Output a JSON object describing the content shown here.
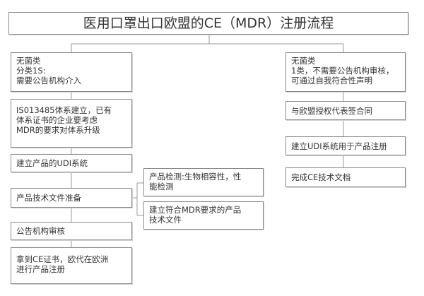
{
  "title": "医用口罩出口欧盟的CE（MDR）注册流程",
  "left_column": [
    "无菌类\n分类1S:\n需要公告机构介入",
    "IS013485体系建立，已有\n体系证书的企业要考虑\nMDR的要求对体系升级",
    "建立产品的UDI系统",
    "产品技术文件准备",
    "公告机构审核",
    "拿到CE证书，欧代在欧洲\n进行产品注册"
  ],
  "middle_column": [
    "产品检测:生物相容性，性\n能检测",
    "建立符合MDR要求的产品\n技术文件"
  ],
  "right_column": [
    "无菌类\n1类，不需要公告机构审核，\n可通过自我符合性声明",
    "与欧盟授权代表签合同",
    "建立UDI系统用于产品注册",
    "完成CE技术文档"
  ],
  "colors": {
    "border": "#8a8a8a",
    "line": "#9a9a9a",
    "text": "#333333"
  }
}
